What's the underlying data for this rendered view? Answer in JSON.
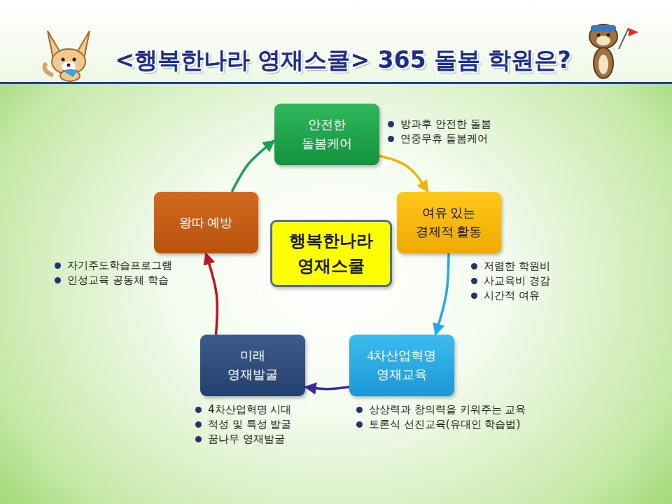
{
  "diagram": {
    "title": "<행복한나라 영재스쿨> 365 돌봄 학원은?",
    "nodes": [
      {
        "text": [
          "안전한 돌봄케어"
        ]
      },
      {
        "text": [
          "여유 있는 경제적 활동"
        ]
      },
      {
        "text": [
          "4차산업혁명 영재교육"
        ]
      },
      {
        "text": [
          "미래 영재발굴"
        ]
      },
      {
        "text": [
          "왕따 예방"
        ]
      },
      {
        "text": [
          "행복한나라 영재스쿨"
        ]
      }
    ],
    "edges": [
      {
        "from": 0,
        "to": 1,
        "arrow": "to"
      },
      {
        "from": 1,
        "to": 2,
        "arrow": "to"
      },
      {
        "from": 2,
        "to": 3,
        "arrow": "to"
      },
      {
        "from": 3,
        "to": 4,
        "arrow": "to"
      },
      {
        "from": 4,
        "to": 0,
        "arrow": "to"
      }
    ],
    "labels": [
      "방과후 안전한 돌봄",
      "연중무휴 돌봄케어",
      "저렴한 학원비",
      "사교육비 경감",
      "시간적 여유",
      "상상력과 창의력을 키워주는 교육",
      "토론식 선진교육(유대인 학습법)",
      "4차산업혁명 시대",
      "적성 및 특성 발굴",
      "꿈나무 영재발굴",
      "자기주도학습프로그램",
      "인성교육 공동체 학습"
    ]
  }
}
